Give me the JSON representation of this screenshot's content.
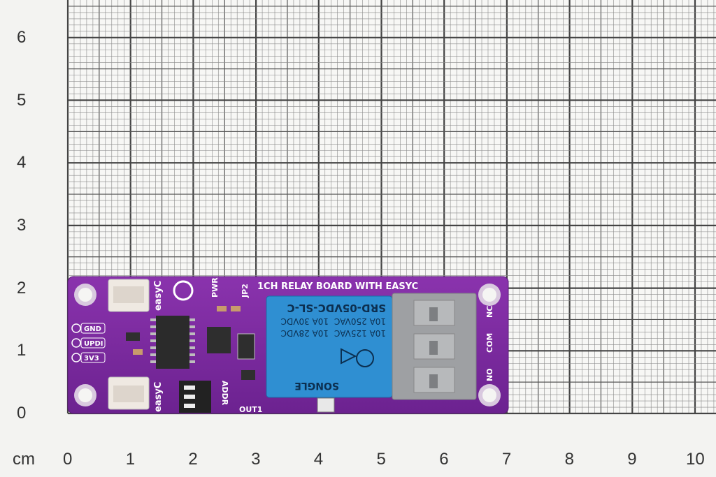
{
  "ruler": {
    "unit": "cm",
    "x_labels": [
      "0",
      "1",
      "2",
      "3",
      "4",
      "5",
      "6",
      "7",
      "8",
      "9",
      "10"
    ],
    "y_labels": [
      "0",
      "1",
      "2",
      "3",
      "4",
      "5",
      "6"
    ]
  },
  "board": {
    "title": "1CH RELAY BOARD WITH EASYC",
    "pins": [
      "GND",
      "UPDI",
      "3V3"
    ],
    "brand_left_top": "easyC",
    "brand_left_bottom": "easyC",
    "label_pwr": "PWR",
    "label_jp2": "JP2",
    "label_addr": "ADDR",
    "label_out1": "OUT1",
    "terminal_labels": [
      "NC",
      "COM",
      "NO"
    ],
    "pcb_color": "#7a2a9c",
    "relay": {
      "model": "SRD-05VDC-SL-C",
      "ratings": [
        "10A 250VAC",
        "10A 125VAC",
        "10A 30VDC",
        "10A 28VDC"
      ],
      "brand": "SONGLE",
      "color": "#2f8fd2"
    },
    "terminal_color": "#9ea0a3"
  }
}
